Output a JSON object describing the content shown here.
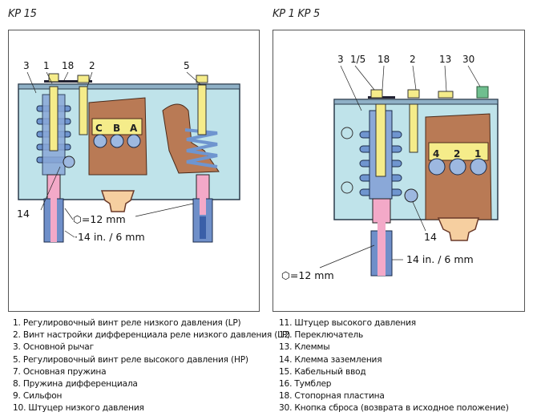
{
  "left": {
    "title": "KP 15",
    "callouts": [
      "3",
      "1",
      "18",
      "2",
      "5"
    ],
    "bottom_callouts": {
      "ground": "14",
      "hex": "⬡=12 mm",
      "thread": "·14 in. / 6 mm"
    },
    "terminals": [
      "C",
      "B",
      "A"
    ]
  },
  "right": {
    "title": "KP 1  KP 5",
    "callouts": [
      "3",
      "1/5",
      "18",
      "2",
      "13",
      "30"
    ],
    "bottom_callouts": {
      "ground": "14",
      "hex": "⬡=12 mm",
      "thread": "14 in. / 6 mm"
    },
    "terminals": [
      "4",
      "2",
      "1"
    ]
  },
  "legend_left": [
    "1. Регулировочный винт реле низкого давления (LP)",
    "2. Винт настройки дифференциала реле низкого давления (LP)",
    "3. Основной рычаг",
    "5. Регулировочный винт реле высокого давления (HP)",
    "7. Основная пружина",
    "8. Пружина дифференциала",
    "9. Сильфон",
    "10. Штуцер низкого давления"
  ],
  "legend_right": [
    "11. Штуцер высокого давления",
    "12. Переключатель",
    "13. Клеммы",
    "14. Клемма заземления",
    "15. Кабельный ввод",
    "16. Тумблер",
    "18. Стопорная пластина",
    "30. Кнопка сброса (возврата в исходное положение)"
  ],
  "colors": {
    "housing": "#bfe3ea",
    "outline": "#2a3a4a",
    "screw": "#f5ec8a",
    "spring": "#6f95cf",
    "switch_body": "#b97a55",
    "bellows": "#f3a9c8",
    "fitting": "#6f8fc9",
    "cable_gland": "#f6cfa0",
    "reset_button": "#6fbf8f"
  }
}
